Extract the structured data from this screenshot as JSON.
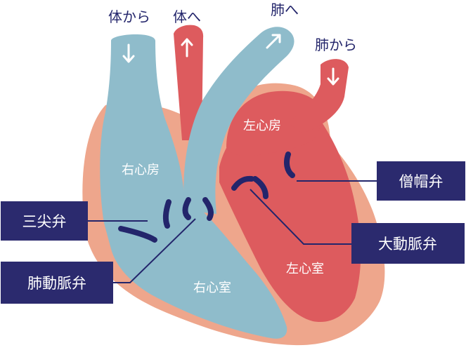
{
  "flow_labels": {
    "from_body": "体から",
    "to_body": "体へ",
    "to_lungs": "肺へ",
    "from_lungs": "肺から"
  },
  "chambers": {
    "right_atrium": "右心房",
    "left_atrium": "左心房",
    "right_ventricle": "右心室",
    "left_ventricle": "左心室"
  },
  "valves": {
    "tricuspid": "三尖弁",
    "pulmonary": "肺動脈弁",
    "mitral": "僧帽弁",
    "aortic": "大動脈弁"
  },
  "colors": {
    "outer_tissue": "#eea68c",
    "deoxygenated": "#8fbccb",
    "oxygenated": "#dd5b5e",
    "valve": "#23256b",
    "label_box": "#2b2a6e"
  }
}
